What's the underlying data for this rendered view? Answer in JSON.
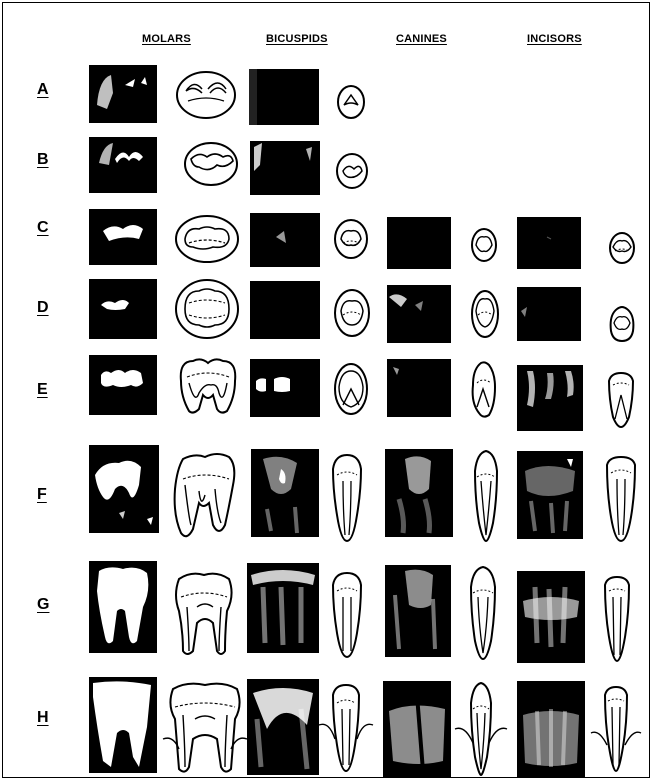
{
  "columns": [
    "MOLARS",
    "BICUSPIDS",
    "CANINES",
    "INCISORS"
  ],
  "rows": [
    "A",
    "B",
    "C",
    "D",
    "E",
    "F",
    "G",
    "H"
  ]
}
